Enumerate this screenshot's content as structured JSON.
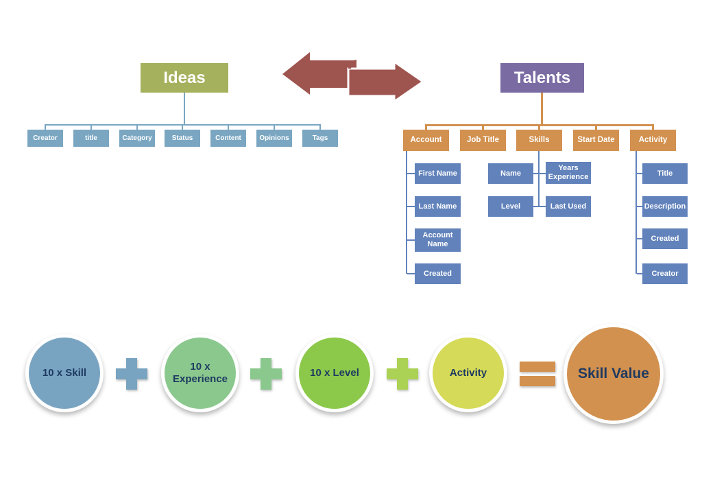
{
  "ideas_tree": {
    "root_label": "Ideas",
    "root_color": "#a5b15c",
    "field_box_color": "#7aa6c2",
    "connector_color": "#7aa6c2",
    "fields": [
      "Creator",
      "title",
      "Category",
      "Status",
      "Content",
      "Opinions",
      "Tags"
    ]
  },
  "exchange_arrow": {
    "description": "two-way-curved-arrow",
    "color": "#9e544f"
  },
  "talents_tree": {
    "root_label": "Talents",
    "root_color": "#7a6ba3",
    "branch_color": "#d2914f",
    "leaf_color": "#6182bb",
    "branches": [
      {
        "label": "Account",
        "children": [
          "First Name",
          "Last Name",
          "Account Name",
          "Created"
        ]
      },
      {
        "label": "Job Title",
        "children": []
      },
      {
        "label": "Skills",
        "children": [
          "Name",
          "Years Experience",
          "Level",
          "Last Used"
        ]
      },
      {
        "label": "Start Date",
        "children": []
      },
      {
        "label": "Activity",
        "children": [
          "Title",
          "Description",
          "Created",
          "Creator"
        ]
      }
    ]
  },
  "formula": {
    "text_color": "#1e3a60",
    "terms": [
      {
        "label": "10 x Skill",
        "color": "#79a4c1"
      },
      {
        "label": "10 x Experience",
        "color": "#8bc88e"
      },
      {
        "label": "10 x Level",
        "color": "#8cc94b"
      },
      {
        "label": "Activity",
        "color": "#d5da58"
      }
    ],
    "plus_colors": [
      "#79a4c1",
      "#8bc88e",
      "#abd155"
    ],
    "equals_color": "#d2914f",
    "result": {
      "label": "Skill Value",
      "color": "#d2914f"
    }
  }
}
